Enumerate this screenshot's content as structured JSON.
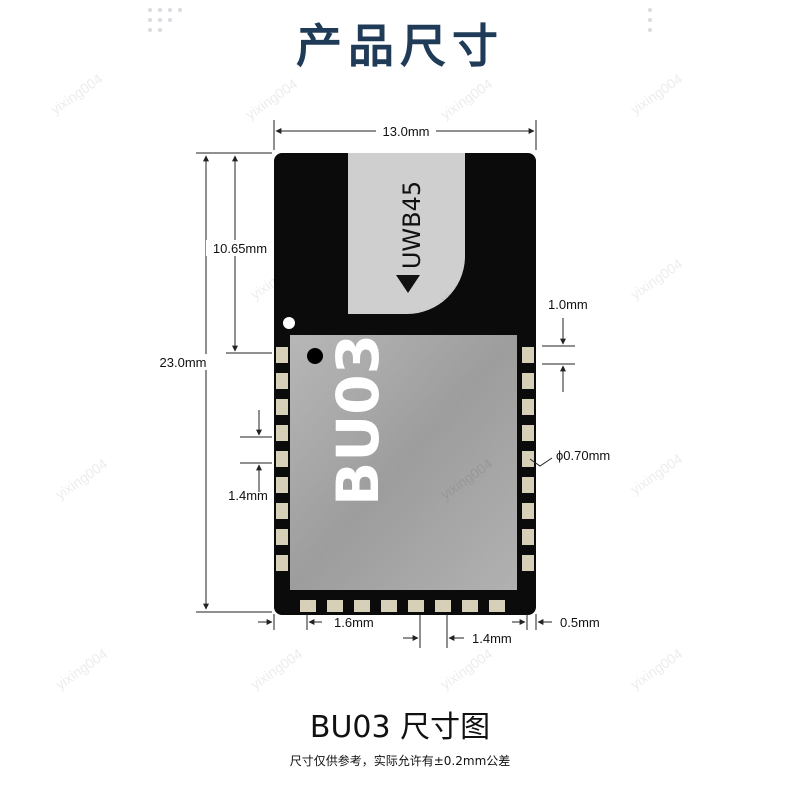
{
  "title": "产品尺寸",
  "caption": "BU03 尺寸图",
  "footnote": "尺寸仅供参考，实际允许有±0.2mm公差",
  "module": {
    "chip_label": "BU03",
    "antenna_label": "UWB45"
  },
  "dimensions": {
    "width": "13.0mm",
    "height": "23.0mm",
    "antenna_height": "10.65mm",
    "pad_length": "1.0mm",
    "pad_diameter": "ϕ0.70mm",
    "side_pitch": "1.4mm",
    "bottom_margin": "1.6mm",
    "bottom_pitch": "1.4mm",
    "edge": "0.5mm"
  },
  "watermark": "yixing004",
  "colors": {
    "title": "#1f3b57",
    "pcb": "#0b0b0b",
    "shield": "#a9a9a9",
    "pad": "#d7d0b8",
    "antenna": "#cfcfcf"
  }
}
